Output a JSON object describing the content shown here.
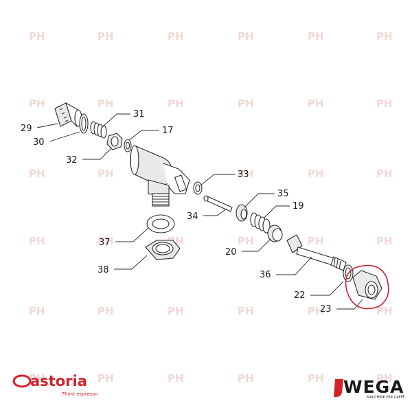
{
  "watermark": "PH",
  "callouts": {
    "c29": "29",
    "c30": "30",
    "c31": "31",
    "c17": "17",
    "c32": "32",
    "c33": "33",
    "c34": "34",
    "c35": "35",
    "c19": "19",
    "c20": "20",
    "c37": "37",
    "c38": "38",
    "c36": "36",
    "c22": "22",
    "c23": "23"
  },
  "highlight": {
    "color": "#cc1f2e",
    "target_part": "23"
  },
  "brands": {
    "astoria_name": "astoria",
    "astoria_tagline": "Think espresso",
    "astoria_color": "#d2232a",
    "wega_name": "WEGA",
    "wega_tagline": "MACCHINE PER CAFFÈ"
  }
}
